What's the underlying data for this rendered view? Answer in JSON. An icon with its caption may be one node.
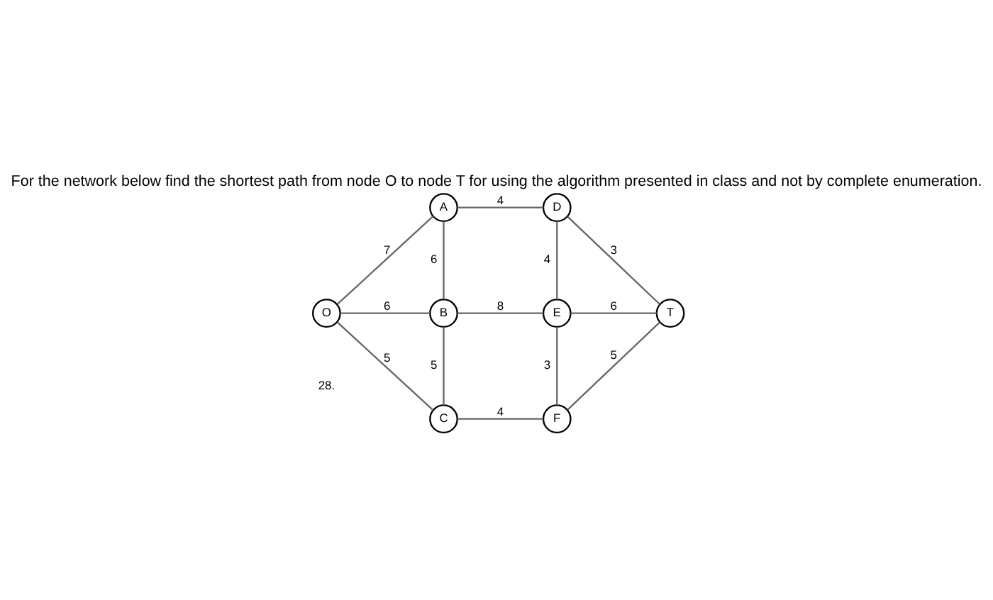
{
  "diagram": {
    "title": "For the network below find the shortest path from node O to node T for using the algorithm presented in class and not by complete enumeration.",
    "nodes": [
      {
        "text": [
          "O"
        ]
      },
      {
        "text": [
          "A"
        ]
      },
      {
        "text": [
          "B"
        ]
      },
      {
        "text": [
          "C"
        ]
      },
      {
        "text": [
          "D"
        ]
      },
      {
        "text": [
          "E"
        ]
      },
      {
        "text": [
          "F"
        ]
      },
      {
        "text": [
          "T"
        ]
      }
    ],
    "edges": [
      {
        "from": 0,
        "to": 1,
        "arrow": "none",
        "label": "7"
      },
      {
        "from": 0,
        "to": 2,
        "arrow": "none",
        "label": "6"
      },
      {
        "from": 0,
        "to": 3,
        "arrow": "none",
        "label": "5"
      },
      {
        "from": 1,
        "to": 2,
        "arrow": "none",
        "label": "6"
      },
      {
        "from": 1,
        "to": 4,
        "arrow": "none",
        "label": "4"
      },
      {
        "from": 2,
        "to": 3,
        "arrow": "none",
        "label": "5"
      },
      {
        "from": 2,
        "to": 5,
        "arrow": "none",
        "label": "8"
      },
      {
        "from": 3,
        "to": 6,
        "arrow": "none",
        "label": "4"
      },
      {
        "from": 4,
        "to": 5,
        "arrow": "none",
        "label": "4"
      },
      {
        "from": 4,
        "to": 7,
        "arrow": "none",
        "label": "3"
      },
      {
        "from": 5,
        "to": 7,
        "arrow": "none",
        "label": "6"
      },
      {
        "from": 5,
        "to": 6,
        "arrow": "none",
        "label": "3"
      },
      {
        "from": 6,
        "to": 7,
        "arrow": "none",
        "label": "5"
      }
    ],
    "labels": [
      "28."
    ]
  }
}
